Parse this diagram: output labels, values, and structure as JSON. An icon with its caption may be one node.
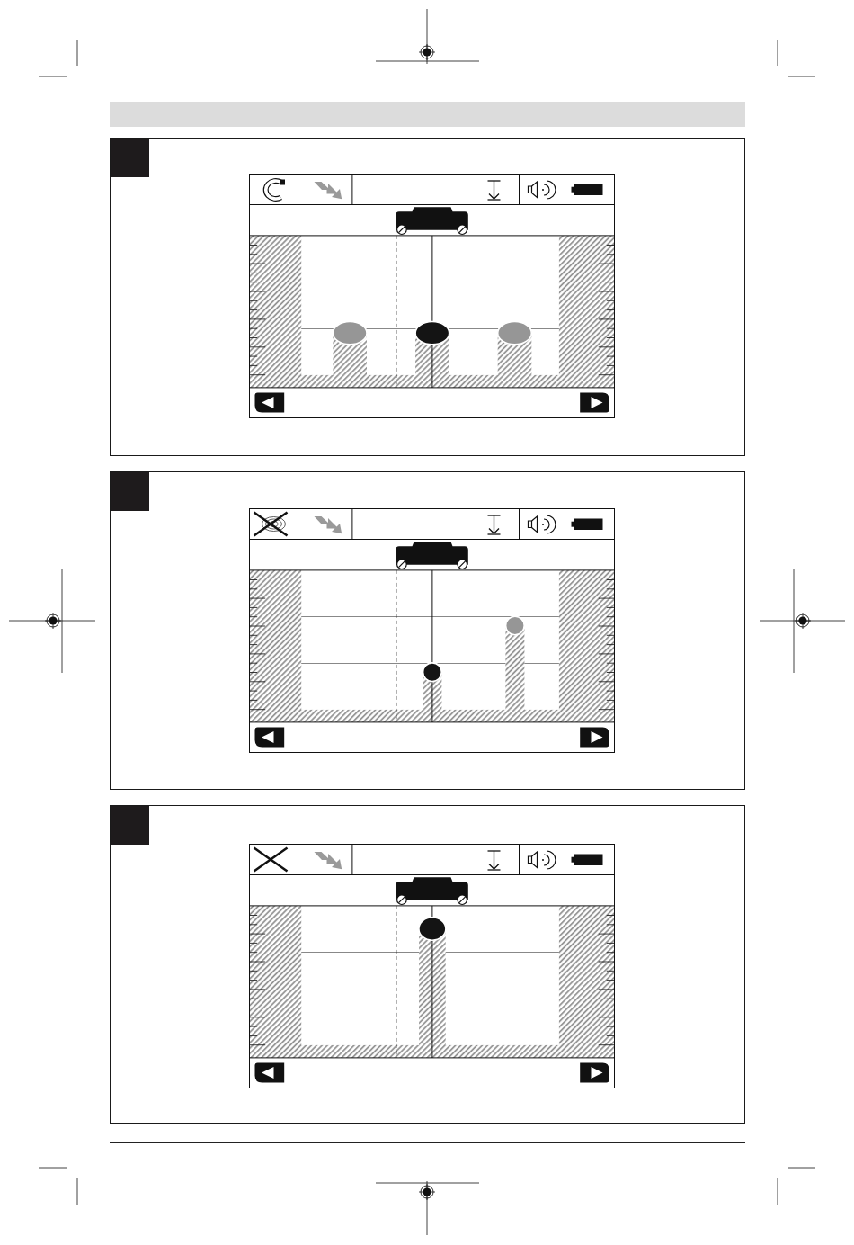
{
  "diagram": {
    "nodes": [
      {
        "text": [],
        "shape": "box"
      },
      {
        "text": [],
        "shape": "picture",
        "in": 0
      },
      {
        "text": [],
        "shape": "box"
      },
      {
        "text": [],
        "shape": "picture",
        "in": 2
      },
      {
        "text": [],
        "shape": "box"
      },
      {
        "text": [],
        "shape": "picture",
        "in": 4
      }
    ]
  }
}
